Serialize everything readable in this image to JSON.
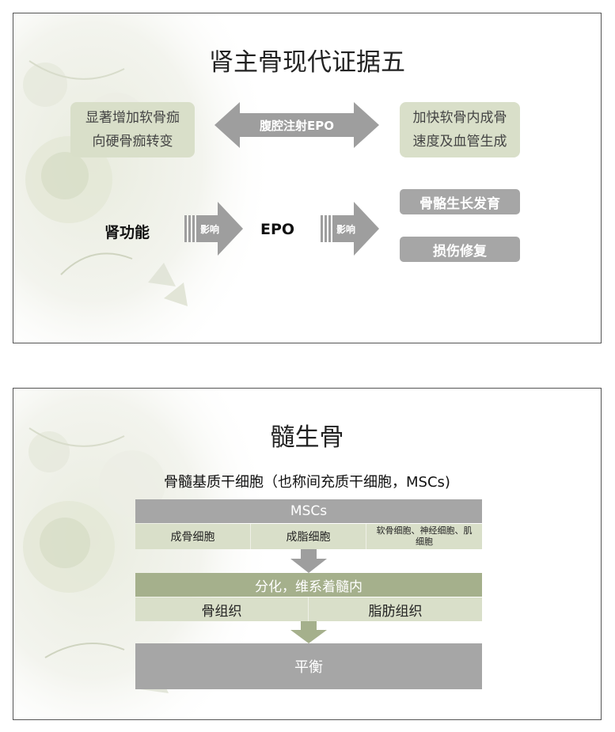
{
  "slide1": {
    "title": "肾主骨现代证据五",
    "left_box": {
      "line1": "显著增加软骨痂",
      "line2": "向硬骨痂转变"
    },
    "double_arrow_label": "腹腔注射EPO",
    "right_box": {
      "line1": "加快软骨内成骨",
      "line2": "速度及血管生成"
    },
    "kidney_label": "肾功能",
    "arrow1_label": "影响",
    "epo_label": "EPO",
    "arrow2_label": "影响",
    "result1": "骨骼生长发育",
    "result2": "损伤修复"
  },
  "slide2": {
    "title": "髓生骨",
    "subtitle": "骨髓基质干细胞（也称间充质干细胞，MSCs)",
    "msc_header": "MSCs",
    "cells": [
      "成骨细胞",
      "成脂细胞",
      "软骨细胞、神经细胞、肌细胞"
    ],
    "differentiation": "分化，维系着髓内",
    "tissues": [
      "骨组织",
      "脂肪组织"
    ],
    "balance": "平衡"
  },
  "colors": {
    "green_light": "#d9dfc9",
    "green_mid": "#a5b08c",
    "gray_dark": "#a6a6a6",
    "gray_arrow": "#9e9e9e"
  }
}
